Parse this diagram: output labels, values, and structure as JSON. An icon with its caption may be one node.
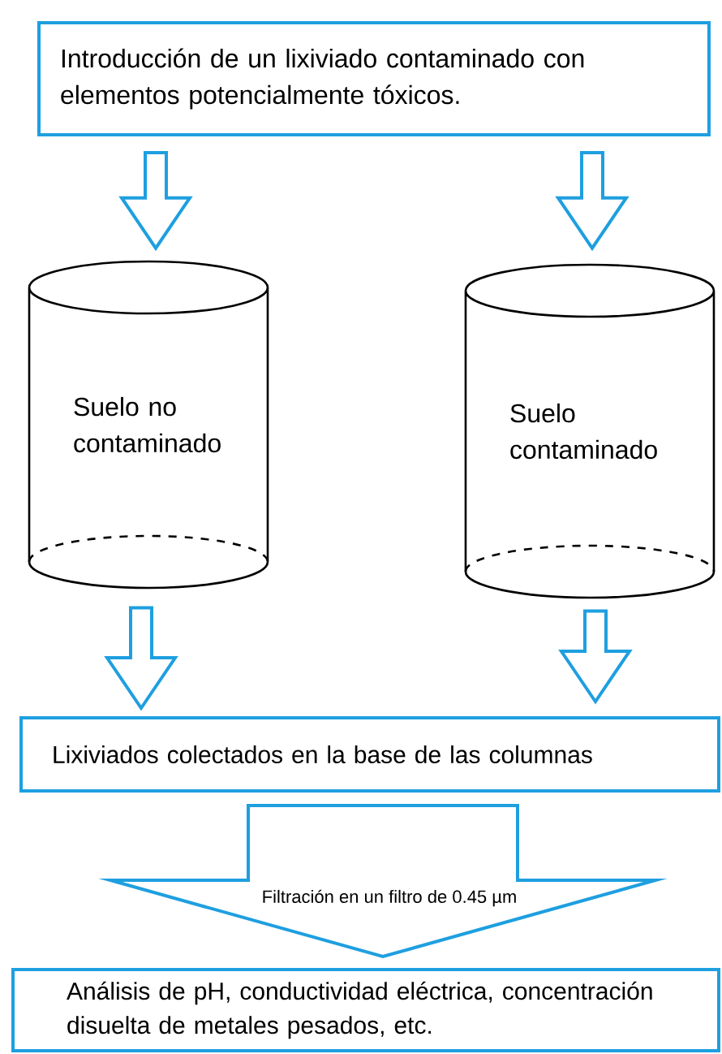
{
  "diagram": {
    "nodes": [
      {
        "text": [
          "Introducción de un lixiviado contaminado con elementos potencialmente tóxicos."
        ]
      },
      {
        "text": [
          "Suelo no contaminado"
        ]
      },
      {
        "text": [
          "Suelo contaminado"
        ]
      },
      {
        "text": [
          "Lixiviados colectados en la base de las columnas"
        ]
      },
      {
        "text": [
          "Análisis de pH, conductividad eléctrica, concentración disuelta de metales pesados, etc."
        ]
      }
    ],
    "edges": [
      {
        "from": 0,
        "to": 1,
        "arrow": "to"
      },
      {
        "from": 0,
        "to": 2,
        "arrow": "to"
      },
      {
        "from": 1,
        "to": 3,
        "arrow": "to"
      },
      {
        "from": 2,
        "to": 3,
        "arrow": "to"
      },
      {
        "from": 3,
        "to": 4,
        "arrow": "to",
        "label": "Filtración en un filtro de 0.45 µm"
      }
    ]
  }
}
